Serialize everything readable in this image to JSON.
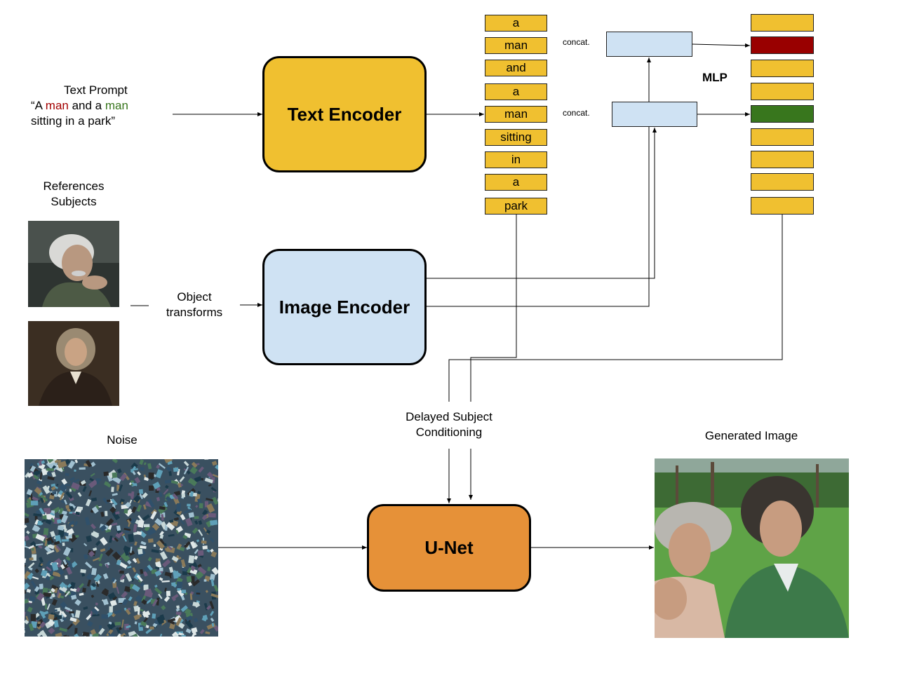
{
  "prompt": {
    "title": "Text Prompt",
    "open_quote": "“A ",
    "word1": "man",
    "mid": " and a ",
    "word2": "man",
    "line2": "sitting in a park”",
    "color_word1": "#a30000",
    "color_word2": "#38761d"
  },
  "text_encoder": {
    "label": "Text Encoder",
    "color": "#f0c030"
  },
  "image_encoder": {
    "label": "Image Encoder",
    "color": "#cfe2f3"
  },
  "unet": {
    "label": "U-Net",
    "color": "#e69138"
  },
  "tokens": [
    "a",
    "man",
    "and",
    "a",
    "man",
    "sitting",
    "in",
    "a",
    "park"
  ],
  "embedding_colors": [
    "#f0c030",
    "#990000",
    "#f0c030",
    "#f0c030",
    "#38761d",
    "#f0c030",
    "#f0c030",
    "#f0c030",
    "#f0c030"
  ],
  "concat_label": "concat.",
  "mlp_label": "MLP",
  "references_label": "References\nSubjects",
  "object_transforms_label": "Object\ntransforms",
  "delayed_label": "Delayed Subject\nConditioning",
  "noise_label": "Noise",
  "generated_label": "Generated Image"
}
